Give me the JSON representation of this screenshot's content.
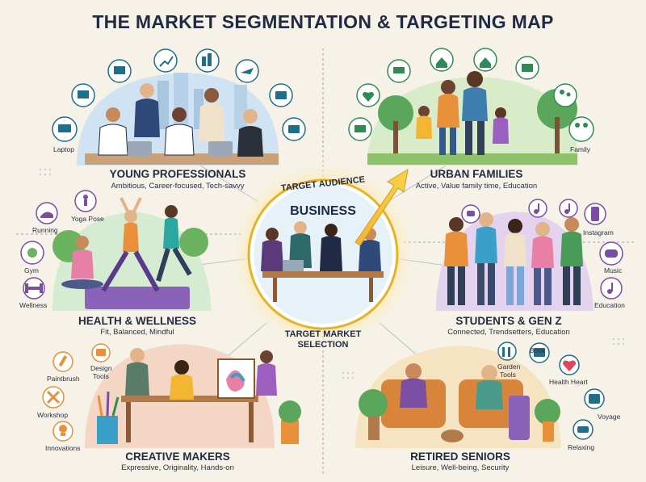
{
  "title": "THE MARKET SEGMENTATION & TARGETING MAP",
  "center": {
    "heading": "BUSINESS",
    "top_label": "TARGET AUDIENCE",
    "bottom_label_line1": "TARGET MARKET",
    "bottom_label_line2": "SELECTION"
  },
  "segments": [
    {
      "title": "YOUNG PROFESSIONALS",
      "subtitle": "Ambitious, Career-focused, Tech-savvy"
    },
    {
      "title": "URBAN FAMILIES",
      "subtitle": "Active, Value family time, Education"
    },
    {
      "title": "HEALTH & WELLNESS",
      "subtitle": "Fit, Balanced, Mindful"
    },
    {
      "title": "STUDENTS & GEN Z",
      "subtitle": "Connected, Trendsetters, Education"
    },
    {
      "title": "CREATIVE MAKERS",
      "subtitle": "Expressive, Originality, Hands-on"
    },
    {
      "title": "RETIRED SENIORS",
      "subtitle": "Leisure, Well-being, Security"
    }
  ],
  "icon_labels": {
    "laptop": "Laptop",
    "family": "Family",
    "running": "Running",
    "yoga_pose": "Yoga Pose",
    "gym": "Gym",
    "wellness": "Wellness",
    "instagram": "Instagram",
    "music": "Music",
    "education": "Education",
    "paintbrush": "Paintbrush",
    "design_tools_line1": "Design",
    "design_tools_line2": "Tools",
    "workshop": "Workshop",
    "innovations": "Innovations",
    "garden_tools_line1": "Garden",
    "garden_tools_line2": "Tools",
    "book": "Book",
    "health_heart": "Health Heart",
    "voyage": "Voyage",
    "relaxing": "Relaxing"
  },
  "colors": {
    "navy": "#1f2a44",
    "teal": "#1f6f8b",
    "green": "#2e8b57",
    "purple": "#7a4fa3",
    "orange": "#e8913a",
    "gold": "#e6b325"
  }
}
